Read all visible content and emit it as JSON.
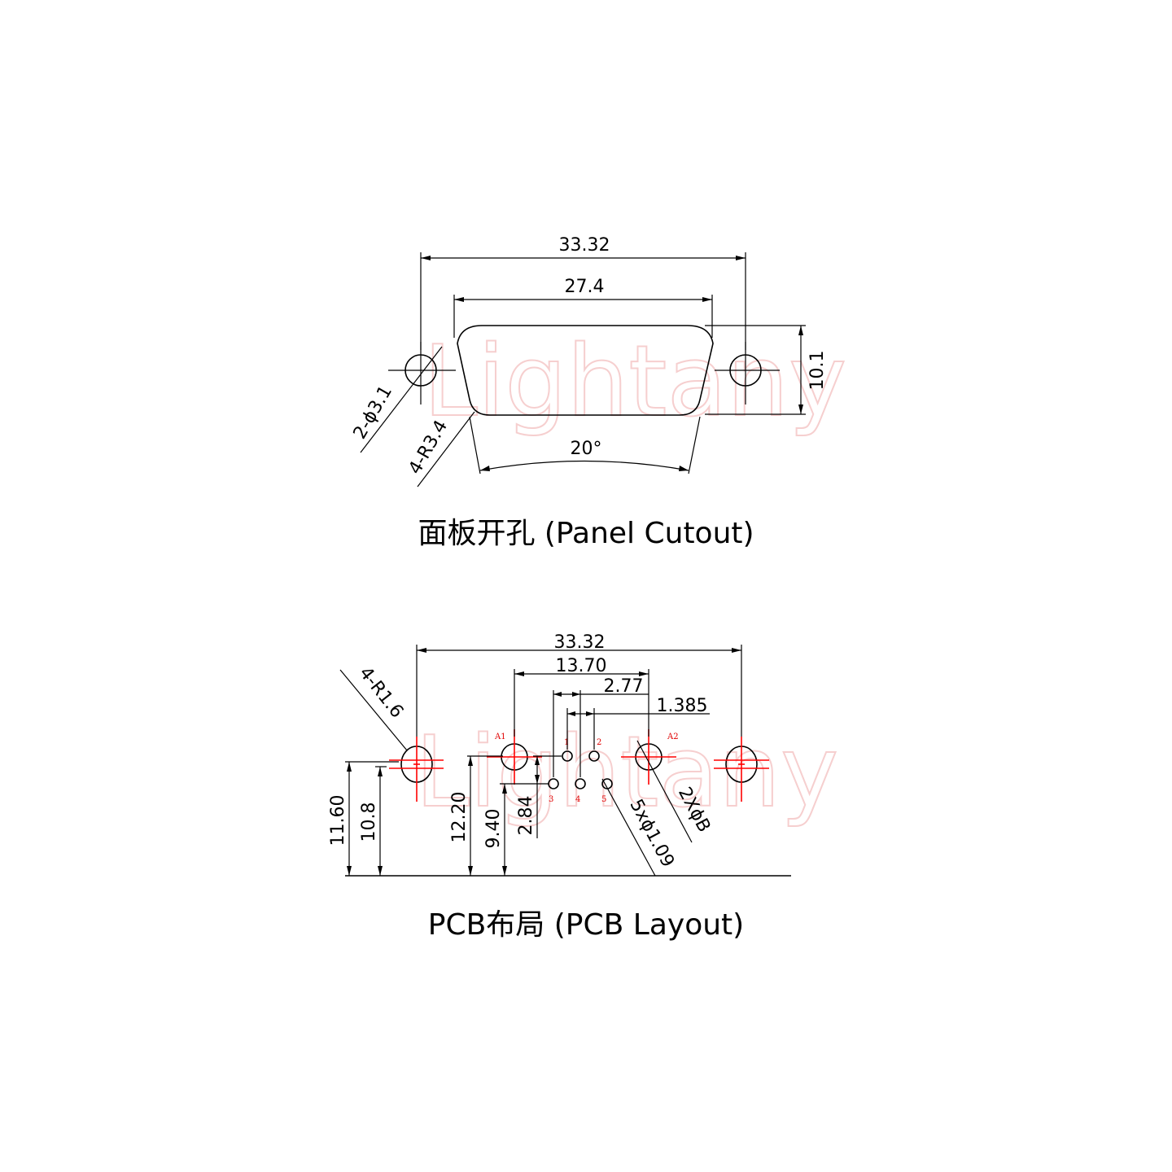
{
  "watermark": "Lightany",
  "panel_cutout": {
    "caption": "面板开孔 (Panel Cutout)",
    "dim_overall": "33.32",
    "dim_shell": "27.4",
    "dim_height": "10.1",
    "dim_hole": "2-ϕ3.1",
    "dim_radius": "4-R3.4",
    "dim_angle": "20°"
  },
  "pcb_layout": {
    "caption": "PCB布局 (PCB Layout)",
    "dim_overall": "33.32",
    "dim_13_70": "13.70",
    "dim_2_77": "2.77",
    "dim_1_385": "1.385",
    "dim_radius": "4-R1.6",
    "dim_11_60": "11.60",
    "dim_10_8": "10.8",
    "dim_12_20": "12.20",
    "dim_9_40": "9.40",
    "dim_2_84": "2.84",
    "dim_pins": "5xϕ1.09",
    "dim_coax": "2XϕB",
    "pin_labels": {
      "a1": "A1",
      "a2": "A2",
      "p1": "1",
      "p2": "2",
      "p3": "3",
      "p4": "4",
      "p5": "5"
    }
  }
}
